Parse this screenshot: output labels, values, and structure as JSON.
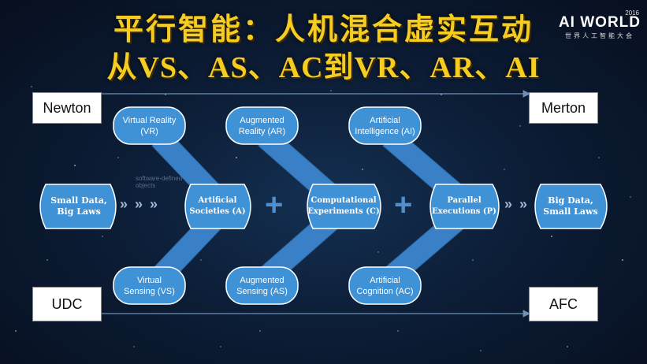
{
  "title_line1": "平行智能：人机混合虚实互动",
  "title_line2": "从VS、AS、AC到VR、AR、AI",
  "logo": {
    "year": "2016",
    "main": "AI WORLD",
    "sub": "世界人工智能大会"
  },
  "boxes": {
    "top_left": "Newton",
    "top_right": "Merton",
    "bottom_left": "UDC",
    "bottom_right": "AFC"
  },
  "top_nodes": [
    {
      "line1": "Virtual Reality",
      "line2": "(VR)"
    },
    {
      "line1": "Augmented",
      "line2": "Reality (AR)"
    },
    {
      "line1": "Artificial",
      "line2": "Intelligence (AI)"
    }
  ],
  "bottom_nodes": [
    {
      "line1": "Virtual",
      "line2": "Sensing (VS)"
    },
    {
      "line1": "Augmented",
      "line2": "Sensing (AS)"
    },
    {
      "line1": "Artificial",
      "line2": "Cognition (AC)"
    }
  ],
  "middle_nodes": {
    "start": {
      "line1": "Small Data,",
      "line2": "Big Laws"
    },
    "societies": {
      "line1": "Artificial",
      "line2": "Societies (A)"
    },
    "experiments": {
      "line1": "Computational",
      "line2": "Experiments (C)"
    },
    "executions": {
      "line1": "Parallel",
      "line2": "Executions (P)"
    },
    "end": {
      "line1": "Big Data,",
      "line2": "Small Laws"
    }
  },
  "chevrons": "» » »",
  "chevrons_short": "» »",
  "faint_text": {
    "line1": "software-defined",
    "line2": "objects"
  },
  "plus": "+",
  "colors": {
    "node_fill": "#3f92d6",
    "band": "#3a80c6",
    "title": "#f5cc21",
    "line": "#6e8fb3"
  }
}
